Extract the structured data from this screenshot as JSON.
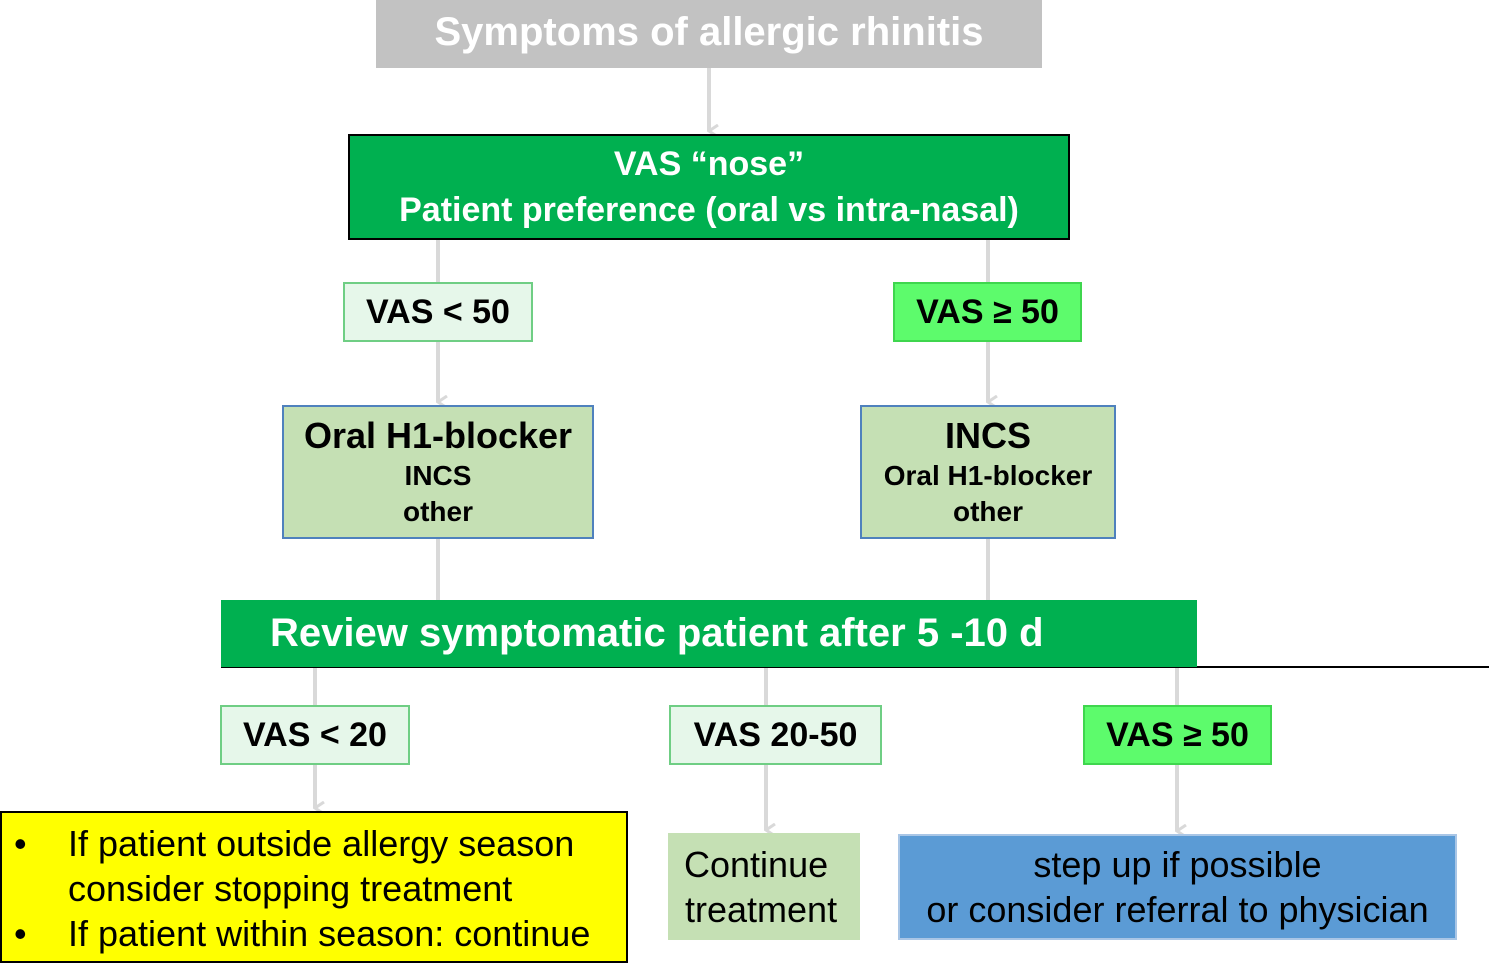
{
  "title": "Symptoms of allergic rhinitis",
  "assessment": {
    "line1": "VAS  “nose”",
    "line2": "Patient preference (oral vs intra-nasal)"
  },
  "branch_low": {
    "condition": "VAS < 50",
    "primary": "Oral H1-blocker",
    "secondary": "INCS",
    "tertiary": "other"
  },
  "branch_high": {
    "condition": "VAS ≥ 50",
    "primary": "INCS",
    "secondary": "Oral H1-blocker",
    "tertiary": "other"
  },
  "review": "Review symptomatic patient after 5 -10 d",
  "outcomes": {
    "low": {
      "condition": "VAS < 20",
      "bullets": [
        "If patient outside allergy season\nconsider stopping treatment",
        "If patient within season: continue"
      ]
    },
    "mid": {
      "condition": "VAS 20-50",
      "action_line1": "Continue",
      "action_line2": "treatment"
    },
    "high": {
      "condition": "VAS ≥ 50",
      "action_line1": "step up if possible",
      "action_line2": "or consider referral to physician"
    }
  },
  "colors": {
    "title_bg": "#c2c2c2",
    "green_dark": "#00b050",
    "condition_light": "#e6f7ea",
    "condition_bright": "#5dfb6c",
    "treatment_bg": "#c5e0b4",
    "treatment_border": "#4f81bd",
    "yellow": "#ffff00",
    "stepup_blue": "#5b9bd5",
    "connector": "#d9d9d9"
  }
}
